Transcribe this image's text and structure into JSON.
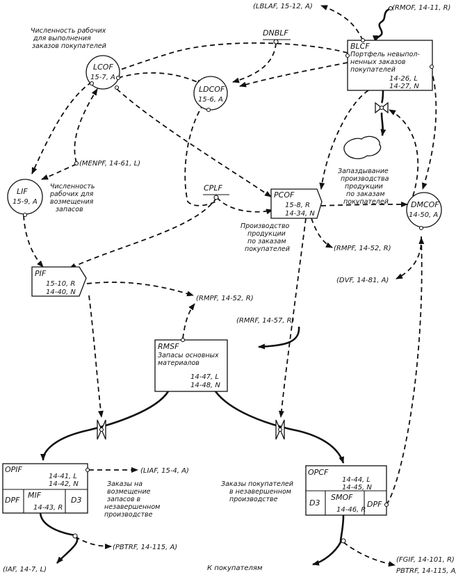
{
  "nodes": {
    "lcof": {
      "name": "LCOF",
      "eq": "15-7, A"
    },
    "ldcof": {
      "name": "LDCOF",
      "eq": "15-6, A"
    },
    "lif": {
      "name": "LIF",
      "eq": "15-9, A"
    },
    "dmcof": {
      "name": "DMCOF",
      "eq": "14-50, A"
    },
    "blcf": {
      "name": "BLCF",
      "desc": [
        "Портфель невыпол-",
        "ненных заказов",
        "покупателей"
      ],
      "eq1": "14-26, L",
      "eq2": "14-27, N"
    },
    "pcof": {
      "name": "PCOF",
      "eq1": "15-8, R",
      "eq2": "14-34, N"
    },
    "pif": {
      "name": "PIF",
      "eq1": "15-10, R",
      "eq2": "14-40, N"
    },
    "rmsf": {
      "name": "RMSF",
      "desc": [
        "Запасы основных",
        "материалов"
      ],
      "eq1": "14-47, L",
      "eq2": "14-48, N"
    },
    "opif": {
      "name": "OPIF",
      "eq1": "14-41, L",
      "eq2": "14-42, N",
      "dpf": "DPF",
      "mif": "MIF",
      "mif_eq": "14-43, R",
      "d3": "D3"
    },
    "opcf": {
      "name": "OPCF",
      "eq1": "14-44, L",
      "eq2": "14-45, N",
      "d3": "D3",
      "smof": "SMOF",
      "smof_eq": "14-46, R",
      "dpf": "DPF"
    }
  },
  "constants": {
    "dnblf": "DNBLF",
    "cplf": "CPLF"
  },
  "external_refs": {
    "lblaf": "(LBLAF, 15-12, A)",
    "rmof": "(RMOF, 14-11, R)",
    "menpf": "(MENPF, 14-61, L)",
    "rmpf_1": "(RMPF, 14-52, R)",
    "dvf": "(DVF, 14-81, A)",
    "rmpf_2": "(RMPF, 14-52, R)",
    "rmrf": "(RMRF, 14-57, R)",
    "liaf": "(LIAF, 15-4, A)",
    "pbtrf_1": "(PBTRF, 14-115, A)",
    "iaf": "(IAF, 14-7, L)",
    "fgif": "(FGIF, 14-101, R)",
    "pbtrf_2": "PBTRF, 14-115, A)"
  },
  "annotations": {
    "workers_orders": [
      "Численность рабочих",
      "для выполнения",
      "заказов покупателей"
    ],
    "workers_stock": [
      "Численность",
      "рабочих для",
      "возмещения",
      "запасов"
    ],
    "delay": [
      "Запаздывание",
      "производства",
      "продукции",
      "по заказам",
      "покупателей"
    ],
    "production": [
      "Производство",
      "продукции",
      "по заказам",
      "покупателей"
    ],
    "orders_stock": [
      "Заказы на",
      "возмещение",
      "запасов в",
      "незавершенном",
      "производстве"
    ],
    "orders_customers": [
      "Заказы покупателей",
      "в незавершенном",
      "производстве"
    ],
    "to_customers": "К покупателям"
  }
}
